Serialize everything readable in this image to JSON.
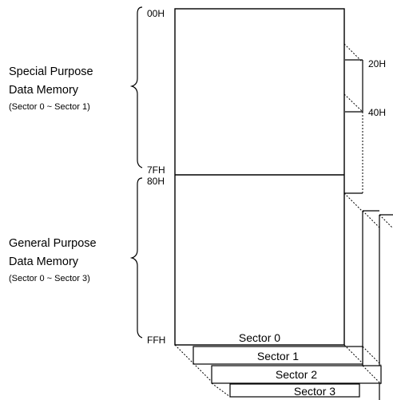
{
  "addresses": {
    "a00": "00H",
    "a7f": "7FH",
    "a80": "80H",
    "aff": "FFH",
    "a20": "20H",
    "a40": "40H"
  },
  "special": {
    "line1": "Special Purpose",
    "line2": "Data Memory",
    "range": "(Sector 0 ~ Sector 1)"
  },
  "general": {
    "line1": "General Purpose",
    "line2": "Data Memory",
    "range": "(Sector 0 ~ Sector 3)"
  },
  "sectors": [
    "Sector 0",
    "Sector 1",
    "Sector 2",
    "Sector 3"
  ]
}
